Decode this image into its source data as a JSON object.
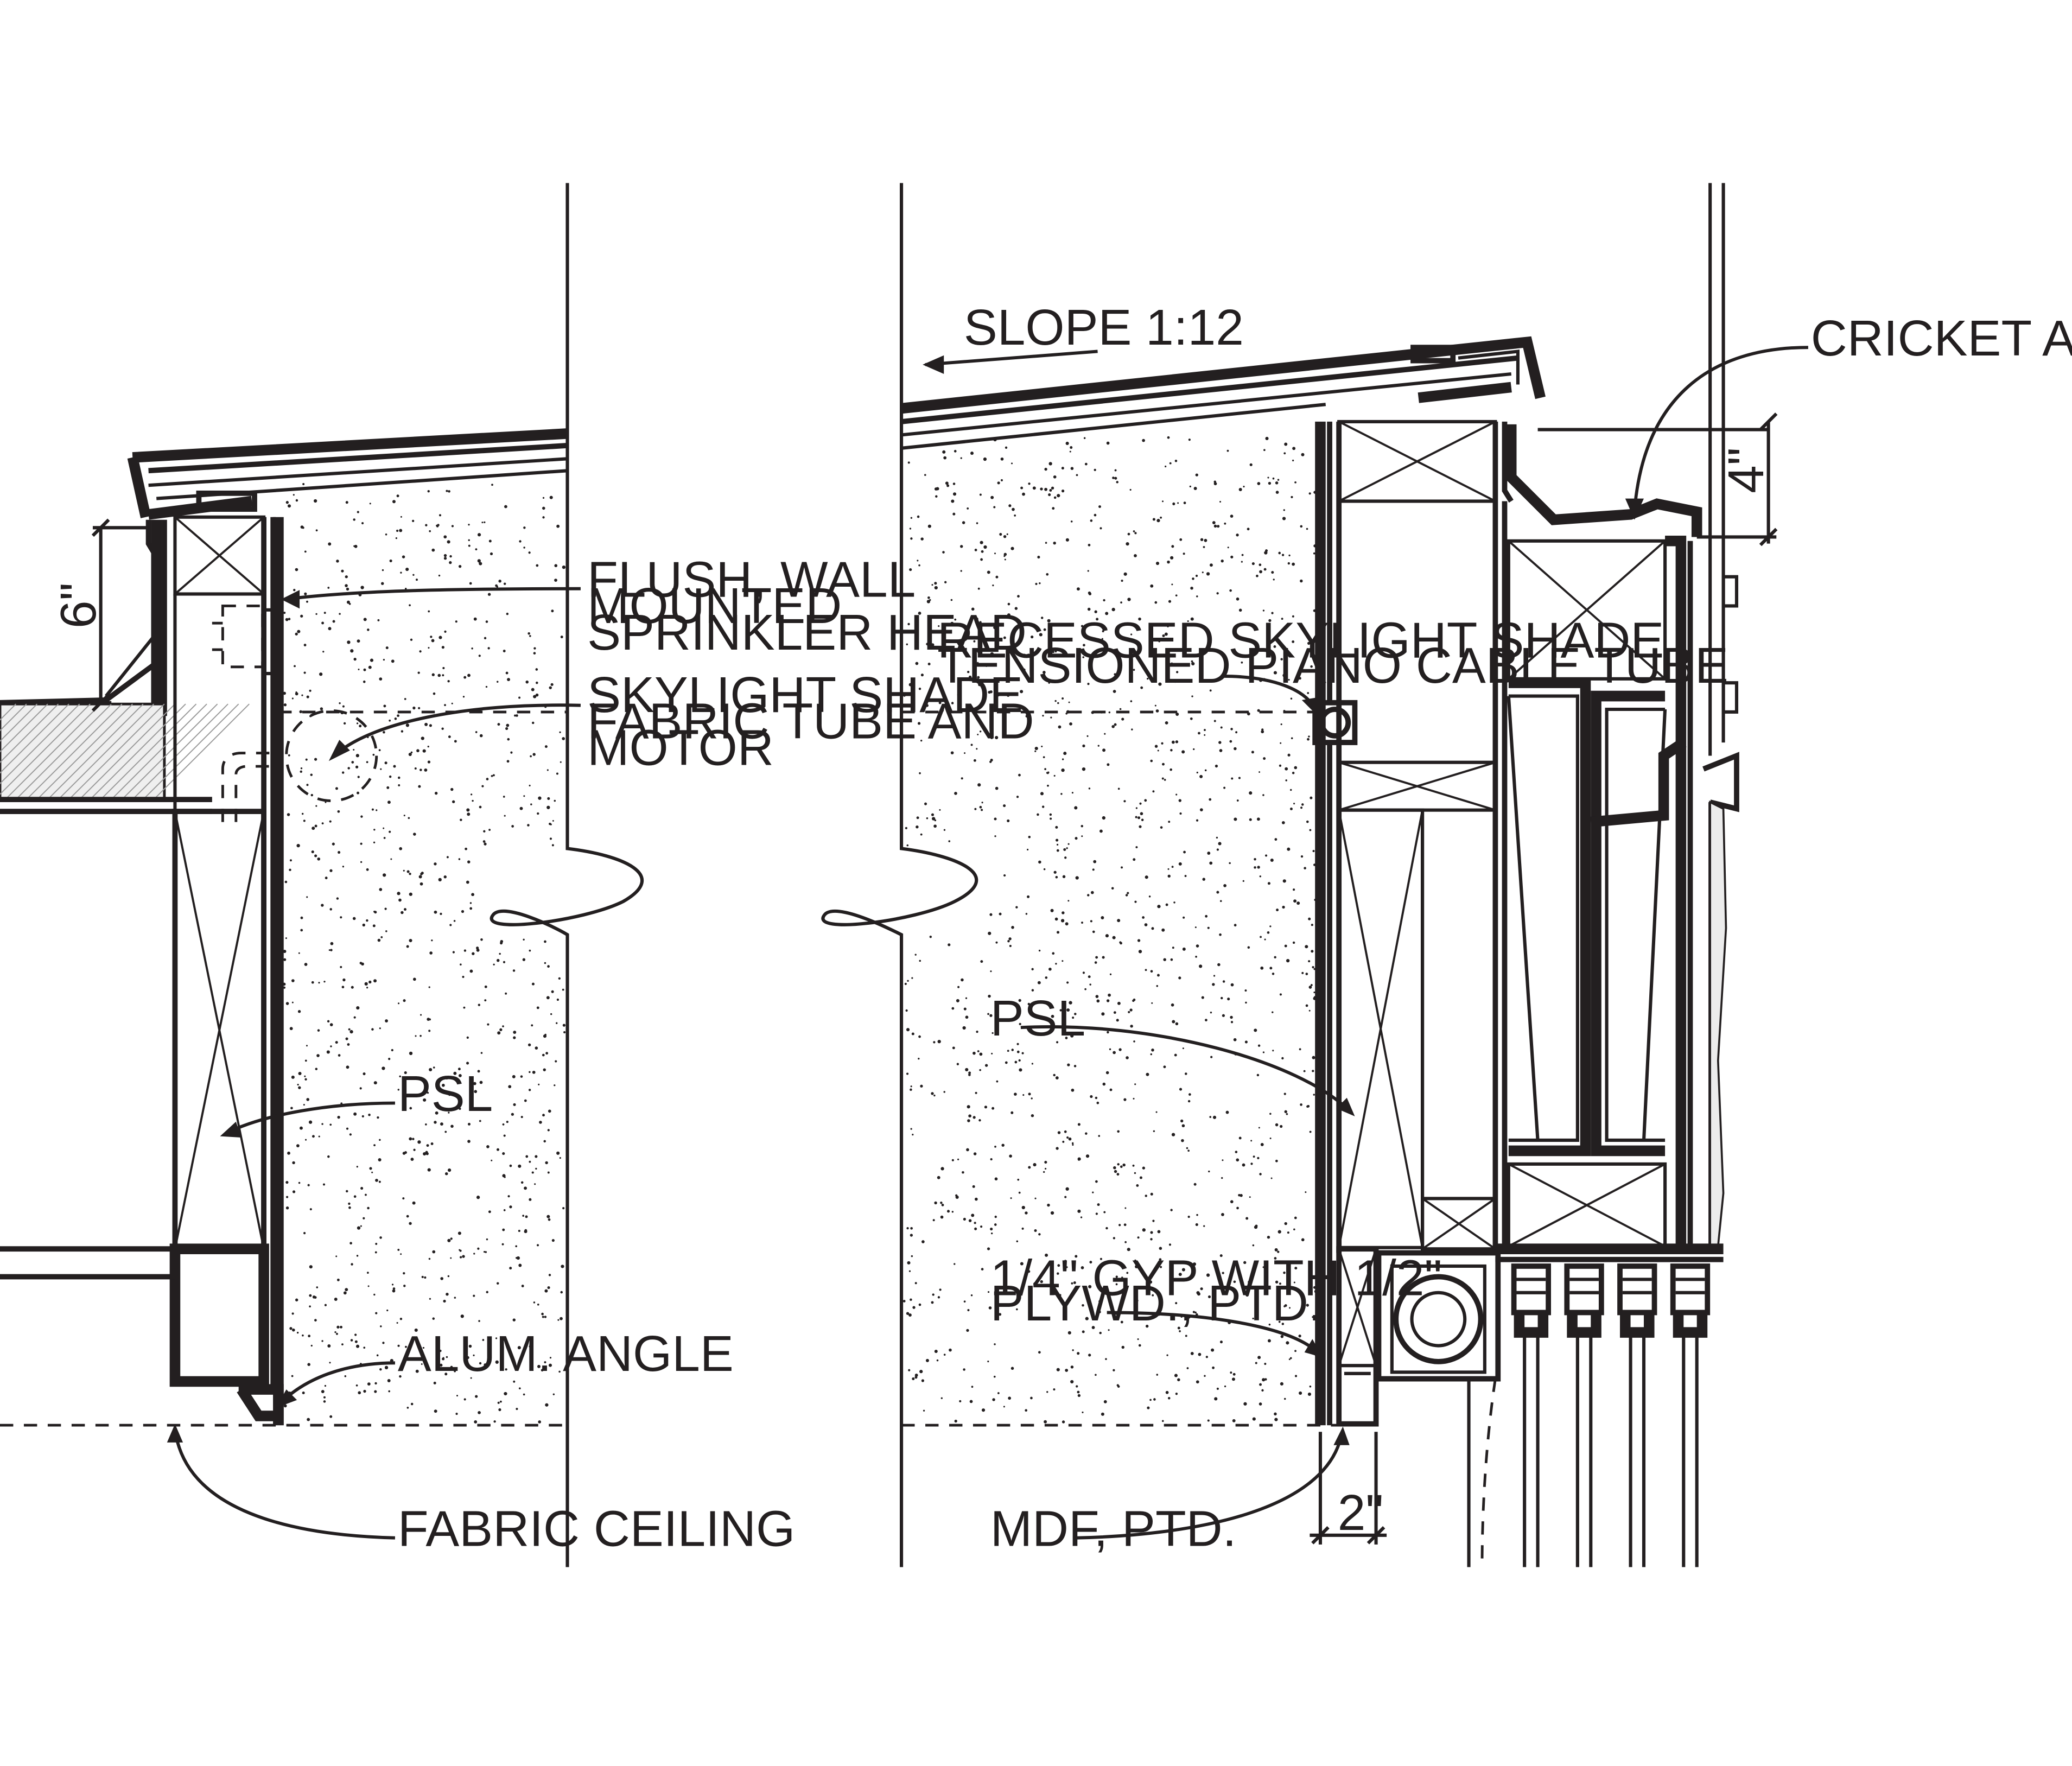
{
  "labels": {
    "slope": "SLOPE 1:12",
    "cricket": "CRICKET AROUND SKYLIGHT",
    "dim_four": "4\"",
    "dim_six": "6\"",
    "dim_two": "2\"",
    "sprinkler_l1": "FLUSH, WALL",
    "sprinkler_l2": "MOUNTED",
    "sprinkler_l3": "SPRINKLER HEAD",
    "shade_l1": "SKYLIGHT SHADE",
    "shade_l2": "FABRIC TUBE AND",
    "shade_l3": "MOTOR",
    "recessed_l1": "RECESSED SKYLIGHT SHADE",
    "recessed_l2": "TENSIONED PIANO CABLE TUBE",
    "psl_left": "PSL",
    "psl_right": "PSL",
    "gyp_l1": "1/4\" GYP WITH 1/2\"",
    "gyp_l2": "PLYWD., PTD.",
    "alum_angle": "ALUM. ANGLE",
    "fabric_ceiling": "FABRIC CEILING",
    "mdf": "MDF, PTD."
  }
}
